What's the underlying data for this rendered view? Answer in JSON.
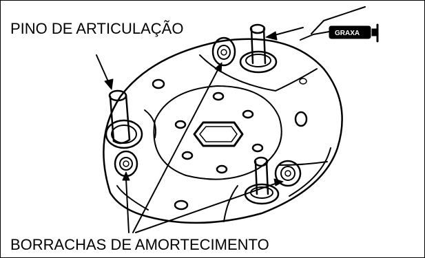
{
  "labels": {
    "pivot_pin": "PINO DE ARTICULAÇÃO",
    "damper_rubbers": "BORRACHAS DE AMORTECIMENTO",
    "grease": "GRAXA"
  },
  "icons": [
    "grease-gun-icon"
  ],
  "colors": {
    "line": "#000000",
    "background": "#ffffff"
  }
}
